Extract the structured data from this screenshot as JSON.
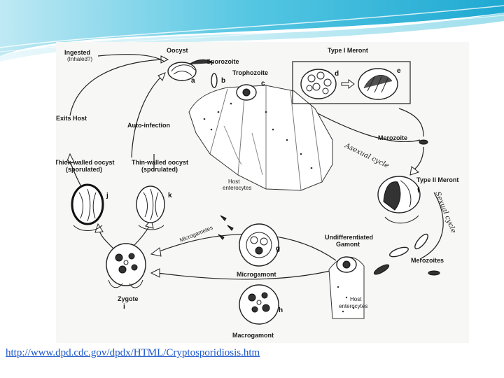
{
  "diagram": {
    "labels": {
      "ingested": "Ingested",
      "inhaled": "(Inhaled?)",
      "oocyst": "Oocyst",
      "sporozoite": "Sporozoite",
      "trophozoite": "Trophozoite",
      "type1_meront": "Type I Meront",
      "exits_host": "Exits Host",
      "auto_infection": "Auto-infection",
      "merozoite": "Merozoite",
      "asexual_cycle": "Asexual cycle",
      "thick_walled_1": "Thick-walled oocyst",
      "thick_walled_2": "(sporulated)",
      "thin_walled_1": "Thin-walled oocyst",
      "thin_walled_2": "(sporulated)",
      "host_enterocytes_top_1": "Host",
      "host_enterocytes_top_2": "enterocytes",
      "type2_meront": "Type II Meront",
      "sexual_cycle": "Sexual cycle",
      "microgametes": "Microgametes",
      "undiff_1": "Undifferentiated",
      "undiff_2": "Gamont",
      "microgamont": "Microgamont",
      "merozoites": "Merozoites",
      "zygote": "Zygote",
      "macrogamont": "Macrogamont",
      "host_enterocytes_bottom_1": "Host",
      "host_enterocytes_bottom_2": "enterocytes"
    },
    "letters": {
      "a": "a",
      "b": "b",
      "c": "c",
      "d": "d",
      "e": "e",
      "f": "f",
      "g": "g",
      "h": "h",
      "i": "i",
      "j": "j",
      "k": "k"
    }
  },
  "source_link": "http://www.dpd.cdc.gov/dpdx/HTML/Cryptosporidiosis.htm",
  "colors": {
    "banner_dark": "#2bb3d6",
    "banner_light": "#bfe9f4",
    "link": "#1a55c8"
  }
}
